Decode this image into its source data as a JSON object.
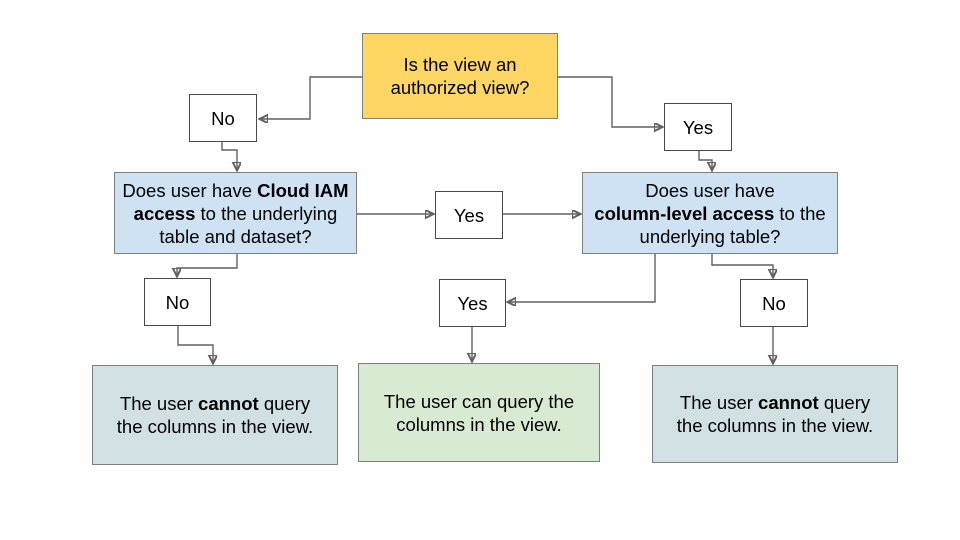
{
  "palette": {
    "decision_yellow": "#fdd663",
    "question_blue": "#cfe2f3",
    "outcome_gray": "#d0e0e3",
    "outcome_green": "#d9ead3",
    "small_box_white": "#ffffff",
    "connector_gray": "#616161",
    "text_black": "#000000"
  },
  "nodes": {
    "root_question": {
      "lines": [
        [
          {
            "t": "Is the view an"
          }
        ],
        [
          {
            "t": "authorized view?"
          }
        ]
      ]
    },
    "no_authorized": {
      "lines": [
        [
          {
            "t": "No"
          }
        ]
      ]
    },
    "yes_authorized": {
      "lines": [
        [
          {
            "t": "Yes"
          }
        ]
      ]
    },
    "iam_question": {
      "lines": [
        [
          {
            "t": "Does user have "
          },
          {
            "t": "Cloud IAM",
            "b": true
          }
        ],
        [
          {
            "t": "access",
            "b": true
          },
          {
            "t": " to the underlying"
          }
        ],
        [
          {
            "t": "table and dataset?"
          }
        ]
      ]
    },
    "yes_iam_bridge": {
      "lines": [
        [
          {
            "t": "Yes"
          }
        ]
      ]
    },
    "column_level_question": {
      "lines": [
        [
          {
            "t": "Does user have"
          }
        ],
        [
          {
            "t": "column-level access",
            "b": true
          },
          {
            "t": " to the"
          }
        ],
        [
          {
            "t": "underlying table?"
          }
        ]
      ]
    },
    "no_iam": {
      "lines": [
        [
          {
            "t": "No"
          }
        ]
      ]
    },
    "yes_column_level": {
      "lines": [
        [
          {
            "t": "Yes"
          }
        ]
      ]
    },
    "no_column_level": {
      "lines": [
        [
          {
            "t": "No"
          }
        ]
      ]
    },
    "outcome_cannot_left": {
      "lines": [
        [
          {
            "t": "The user "
          },
          {
            "t": "cannot",
            "b": true
          },
          {
            "t": " query"
          }
        ],
        [
          {
            "t": "the columns in the view."
          }
        ]
      ]
    },
    "outcome_can_query": {
      "lines": [
        [
          {
            "t": "The user can query the"
          }
        ],
        [
          {
            "t": "columns in the view."
          }
        ]
      ]
    },
    "outcome_cannot_right": {
      "lines": [
        [
          {
            "t": "The user "
          },
          {
            "t": "cannot",
            "b": true
          },
          {
            "t": " query"
          }
        ],
        [
          {
            "t": "the columns in the view."
          }
        ]
      ]
    }
  }
}
